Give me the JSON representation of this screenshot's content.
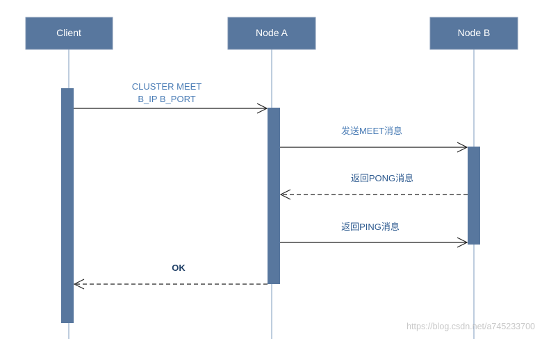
{
  "actors": [
    {
      "id": "client",
      "label": "Client"
    },
    {
      "id": "node_a",
      "label": "Node A"
    },
    {
      "id": "node_b",
      "label": "Node B"
    }
  ],
  "messages": [
    {
      "id": "cluster-meet",
      "from": "client",
      "to": "node_a",
      "style": "solid",
      "lines": [
        "CLUSTER MEET",
        "B_IP B_PORT"
      ]
    },
    {
      "id": "send-meet",
      "from": "node_a",
      "to": "node_b",
      "style": "solid",
      "lines": [
        "发送MEET消息"
      ]
    },
    {
      "id": "return-pong",
      "from": "node_b",
      "to": "node_a",
      "style": "dashed",
      "lines": [
        "返回PONG消息"
      ]
    },
    {
      "id": "return-ping",
      "from": "node_a",
      "to": "node_b",
      "style": "solid",
      "lines": [
        "返回PING消息"
      ]
    },
    {
      "id": "ok",
      "from": "node_a",
      "to": "client",
      "style": "dashed",
      "lines": [
        "OK"
      ]
    }
  ],
  "watermark": "https://blog.csdn.net/a745233700",
  "colors": {
    "actor_fill": "#58779e",
    "activation_fill": "#58779e",
    "lifeline": "#7d9bbd",
    "label_text": "#4a7cb5",
    "arrow": "#222222"
  }
}
